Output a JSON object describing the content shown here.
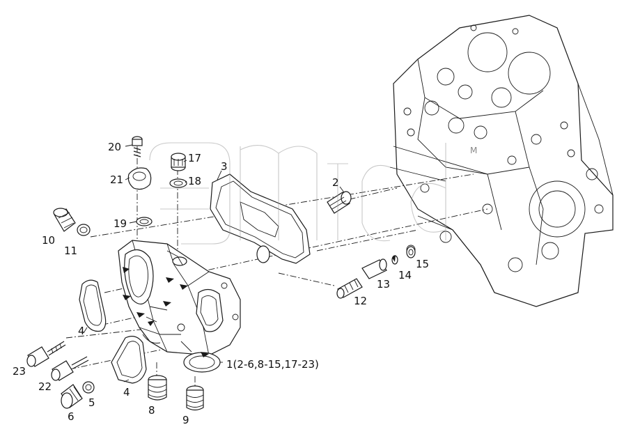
{
  "callouts": {
    "c1": "1(2-6,8-15,17-23)",
    "c2": "2",
    "c3": "3",
    "c4a": "4",
    "c4b": "4",
    "c5": "5",
    "c6": "6",
    "c8": "8",
    "c9": "9",
    "c10": "10",
    "c11": "11",
    "c12": "12",
    "c13": "13",
    "c14": "14",
    "c15": "15",
    "c17": "17",
    "c18": "18",
    "c19": "19",
    "c20": "20",
    "c21": "21",
    "c22": "22",
    "c23": "23"
  },
  "watermark": "3MCD"
}
